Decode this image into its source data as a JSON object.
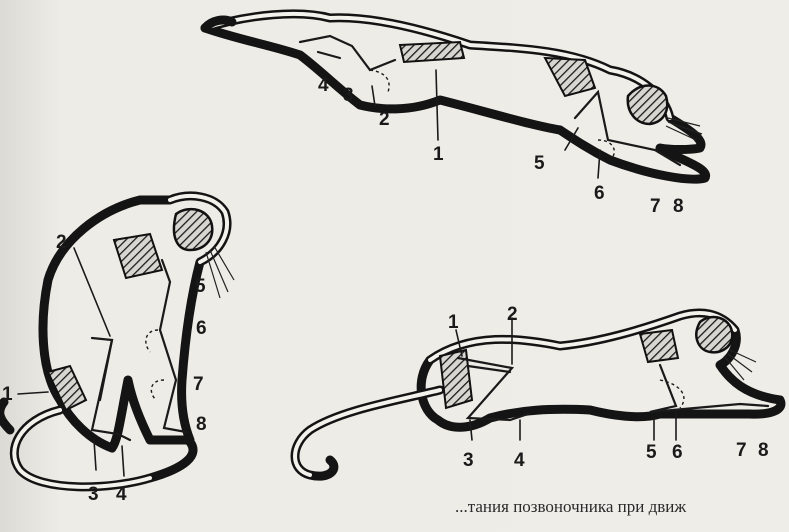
{
  "figure": {
    "caption": "...тания позвоночника при движ",
    "labels": {
      "top": [
        "4",
        "3",
        "2",
        "1",
        "5",
        "6",
        "7",
        "8"
      ],
      "left": [
        "2",
        "5",
        "6",
        "7",
        "8",
        "1",
        "3",
        "4"
      ],
      "bottom": [
        "1",
        "2",
        "3",
        "4",
        "5",
        "6",
        "7",
        "8"
      ]
    }
  }
}
